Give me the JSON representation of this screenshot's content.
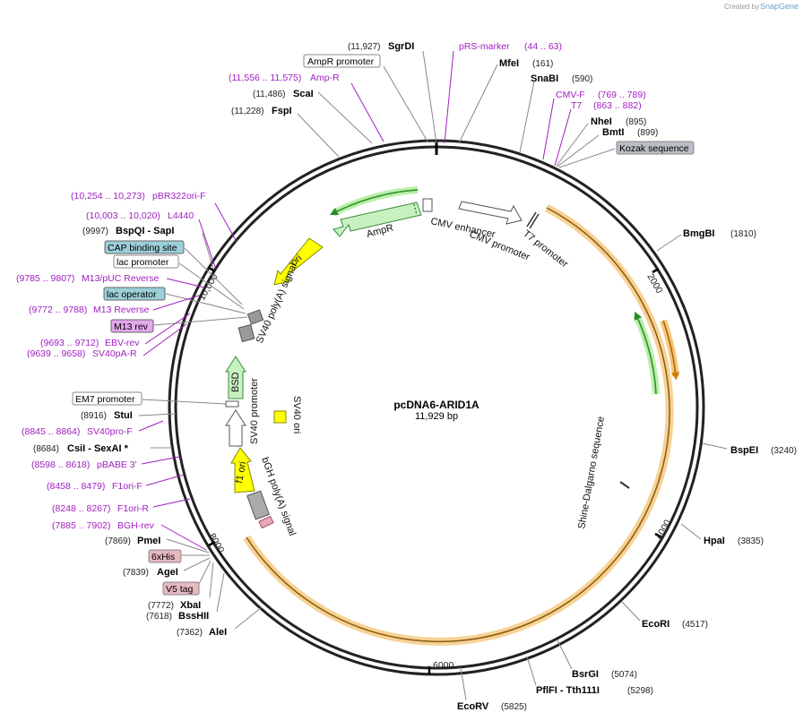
{
  "credit": "Created by",
  "credit_brand": "SnapGene",
  "plasmid": {
    "name": "pcDNA6-ARID1A",
    "size": "11,929 bp"
  },
  "ticks": [
    "2000",
    "4000",
    "6000",
    "8000",
    "10,000"
  ],
  "enzymes": [
    {
      "id": "sgrdi",
      "pos": "(11,927)",
      "name": "SgrDI"
    },
    {
      "id": "mfei",
      "pos": "(161)",
      "name": "MfeI"
    },
    {
      "id": "snabi",
      "pos": "(590)",
      "name": "SnaBI"
    },
    {
      "id": "nhei",
      "pos": "(895)",
      "name": "NheI"
    },
    {
      "id": "bmti",
      "pos": "(899)",
      "name": "BmtI"
    },
    {
      "id": "bmgbi",
      "pos": "(1810)",
      "name": "BmgBI"
    },
    {
      "id": "bspei",
      "pos": "(3240)",
      "name": "BspEI"
    },
    {
      "id": "hpai",
      "pos": "(3835)",
      "name": "HpaI"
    },
    {
      "id": "ecori",
      "pos": "(4517)",
      "name": "EcoRI"
    },
    {
      "id": "bsrgi",
      "pos": "(5074)",
      "name": "BsrGI"
    },
    {
      "id": "pflfi",
      "pos": "(5298)",
      "name": "PflFI - Tth111I"
    },
    {
      "id": "ecorv",
      "pos": "(5825)",
      "name": "EcoRV"
    },
    {
      "id": "alei",
      "pos": "(7362)",
      "name": "AleI"
    },
    {
      "id": "bsshii",
      "pos": "(7618)",
      "name": "BssHII"
    },
    {
      "id": "xbai",
      "pos": "(7772)",
      "name": "XbaI"
    },
    {
      "id": "agei",
      "pos": "(7839)",
      "name": "AgeI"
    },
    {
      "id": "pmei",
      "pos": "(7869)",
      "name": "PmeI"
    },
    {
      "id": "csii",
      "pos": "(8684)",
      "name": "CsiI - SexAI *"
    },
    {
      "id": "stui",
      "pos": "(8916)",
      "name": "StuI"
    },
    {
      "id": "bspqi",
      "pos": "(9997)",
      "name": "BspQI - SapI"
    },
    {
      "id": "fspi",
      "pos": "(11,228)",
      "name": "FspI"
    },
    {
      "id": "scai",
      "pos": "(11,486)",
      "name": "ScaI"
    }
  ],
  "primers": [
    {
      "id": "prsmarker",
      "name": "pRS-marker",
      "range": "(44 .. 63)"
    },
    {
      "id": "cmvf",
      "name": "CMV-F",
      "range": "(769 .. 789)"
    },
    {
      "id": "t7",
      "name": "T7",
      "range": "(863 .. 882)"
    },
    {
      "id": "ampr",
      "name": "Amp-R",
      "range": "(11,556 .. 11,575)"
    },
    {
      "id": "pbr322",
      "name": "pBR322ori-F",
      "range": "(10,254 .. 10,273)"
    },
    {
      "id": "l4440",
      "name": "L4440",
      "range": "(10,003 .. 10,020)"
    },
    {
      "id": "m13puc",
      "name": "M13/pUC Reverse",
      "range": "(9785 .. 9807)"
    },
    {
      "id": "m13rev",
      "name": "M13 Reverse",
      "range": "(9772 .. 9788)"
    },
    {
      "id": "ebvrev",
      "name": "EBV-rev",
      "range": "(9693 .. 9712)"
    },
    {
      "id": "sv40par",
      "name": "SV40pA-R",
      "range": "(9639 .. 9658)"
    },
    {
      "id": "sv40prof",
      "name": "SV40pro-F",
      "range": "(8845 .. 8864)"
    },
    {
      "id": "pbabe3",
      "name": "pBABE 3'",
      "range": "(8598 .. 8618)"
    },
    {
      "id": "f1orif",
      "name": "F1ori-F",
      "range": "(8458 .. 8479)"
    },
    {
      "id": "f1orir",
      "name": "F1ori-R",
      "range": "(8248 .. 8267)"
    },
    {
      "id": "bghrev",
      "name": "BGH-rev",
      "range": "(7885 .. 7902)"
    }
  ],
  "boxed_features": {
    "ampr_promoter": "AmpR promoter",
    "kozak": "Kozak sequence",
    "cap": "CAP binding site",
    "lac_promoter": "lac promoter",
    "lac_operator": "lac operator",
    "m13rev": "M13 rev",
    "em7": "EM7 promoter",
    "sixhis": "6xHis",
    "v5": "V5 tag"
  },
  "features": {
    "ampr": "AmpR",
    "cmv_enhancer": "CMV enhancer",
    "cmv_promoter": "CMV promoter",
    "t7_promoter": "T7 promoter",
    "ori": "ori",
    "sv40polya": "SV40 poly(A) signal",
    "bsd": "BSD",
    "sv40_promoter": "SV40 promoter",
    "sv40_ori": "SV40 ori",
    "f1ori": "f1 ori",
    "bgh": "bGH poly(A) signal",
    "shine": "Shine-Dalgarno sequence"
  }
}
